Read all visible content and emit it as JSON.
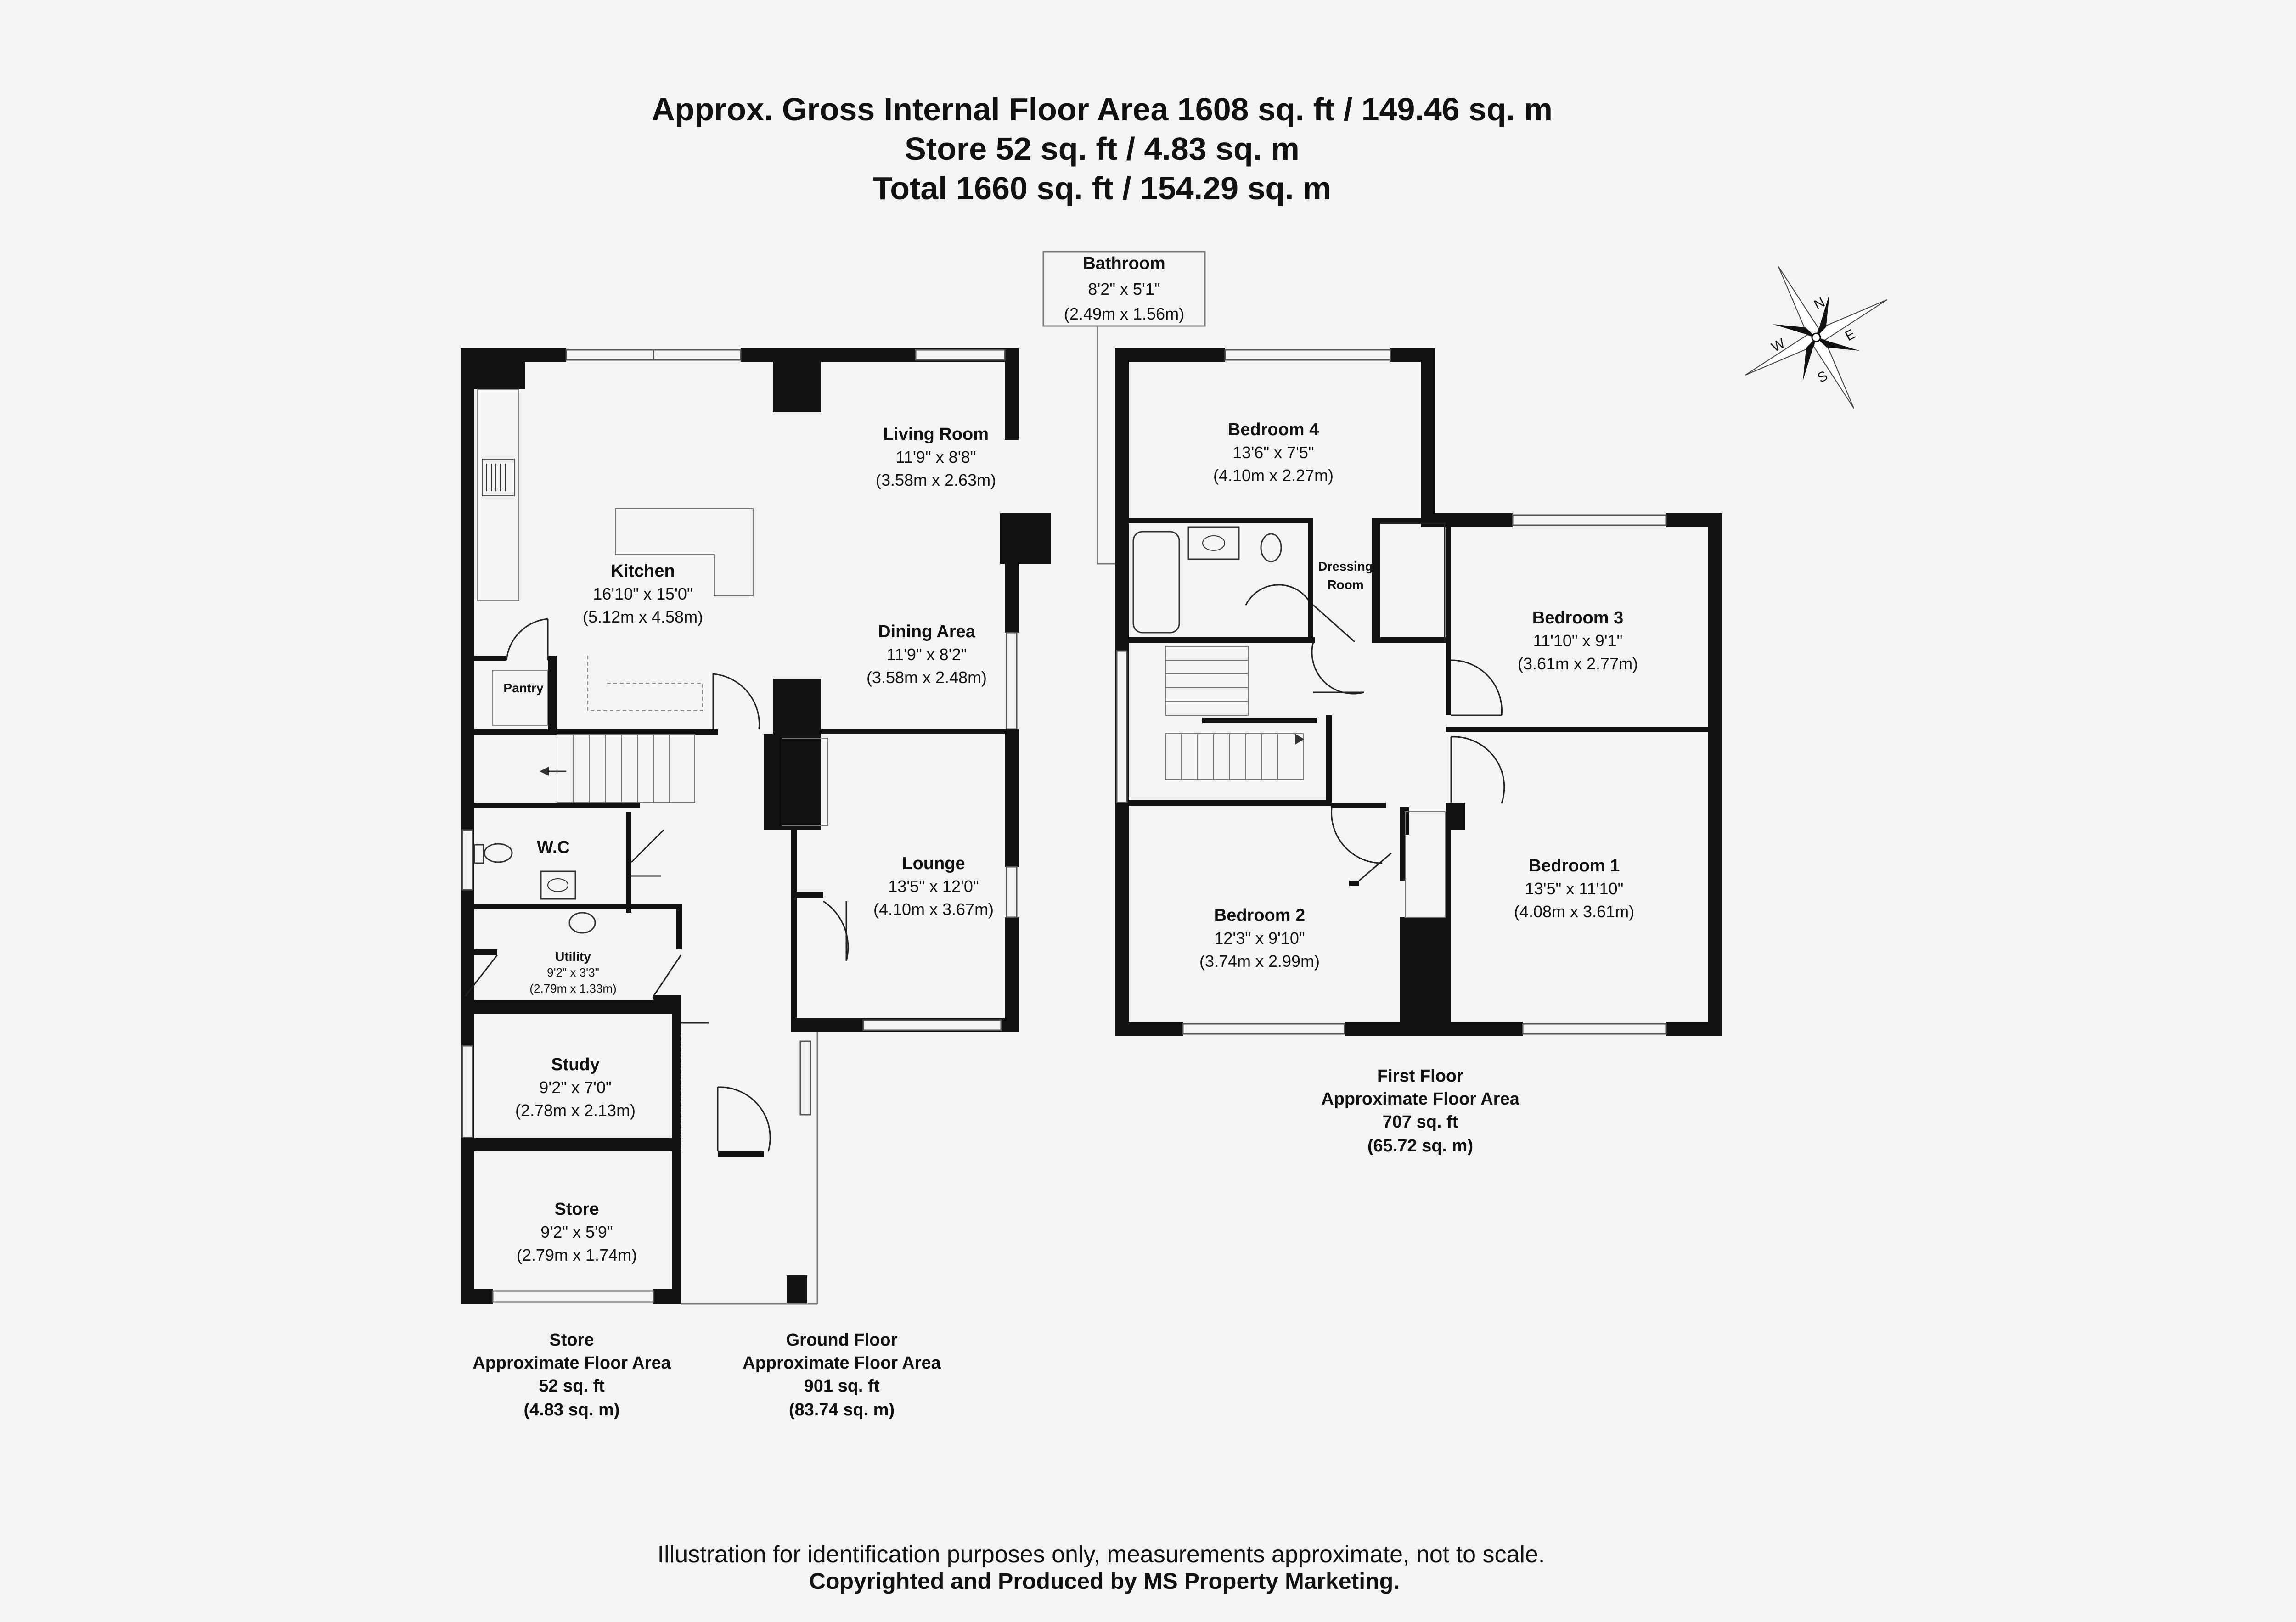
{
  "header": {
    "line1": "Approx. Gross Internal Floor Area 1608 sq. ft / 149.46 sq. m",
    "line2": "Store 52 sq. ft / 4.83 sq. m",
    "line3": "Total 1660 sq. ft / 154.29 sq. m"
  },
  "callout": {
    "name": "Bathroom",
    "imperial": "8'2\" x 5'1\"",
    "metric": "(2.49m x 1.56m)"
  },
  "compass": {
    "n": "N",
    "e": "E",
    "s": "S",
    "w": "W"
  },
  "rooms": {
    "living": {
      "name": "Living Room",
      "imperial": "11'9\" x 8'8\"",
      "metric": "(3.58m x 2.63m)"
    },
    "kitchen": {
      "name": "Kitchen",
      "imperial": "16'10\" x 15'0\"",
      "metric": "(5.12m x 4.58m)"
    },
    "dining": {
      "name": "Dining Area",
      "imperial": "11'9\" x 8'2\"",
      "metric": "(3.58m x 2.48m)"
    },
    "pantry": {
      "name": "Pantry"
    },
    "wc": {
      "name": "W.C"
    },
    "lounge": {
      "name": "Lounge",
      "imperial": "13'5\" x 12'0\"",
      "metric": "(4.10m x 3.67m)"
    },
    "utility": {
      "name": "Utility",
      "imperial": "9'2\" x 3'3\"",
      "metric": "(2.79m x 1.33m)"
    },
    "study": {
      "name": "Study",
      "imperial": "9'2\" x 7'0\"",
      "metric": "(2.78m x 2.13m)"
    },
    "store": {
      "name": "Store",
      "imperial": "9'2\" x 5'9\"",
      "metric": "(2.79m x 1.74m)"
    },
    "bed4": {
      "name": "Bedroom 4",
      "imperial": "13'6\" x 7'5\"",
      "metric": "(4.10m x 2.27m)"
    },
    "dressing": {
      "name1": "Dressing",
      "name2": "Room"
    },
    "bed3": {
      "name": "Bedroom 3",
      "imperial": "11'10\" x 9'1\"",
      "metric": "(3.61m x 2.77m)"
    },
    "bed2": {
      "name": "Bedroom 2",
      "imperial": "12'3\" x 9'10\"",
      "metric": "(3.74m x 2.99m)"
    },
    "bed1": {
      "name": "Bedroom 1",
      "imperial": "13'5\" x 11'10\"",
      "metric": "(4.08m x 3.61m)"
    }
  },
  "floors": {
    "store": {
      "title": "Store",
      "label": "Approximate Floor Area",
      "sqft": "52 sq. ft",
      "sqm": "(4.83 sq. m)"
    },
    "ground": {
      "title": "Ground Floor",
      "label": "Approximate Floor Area",
      "sqft": "901 sq. ft",
      "sqm": "(83.74 sq. m)"
    },
    "first": {
      "title": "First Floor",
      "label": "Approximate Floor Area",
      "sqft": "707 sq. ft",
      "sqm": "(65.72 sq. m)"
    }
  },
  "footer": {
    "disclaimer": "Illustration for identification purposes only, measurements approximate, not to scale.",
    "copyright": "Copyrighted  and Produced by MS Property Marketing."
  }
}
